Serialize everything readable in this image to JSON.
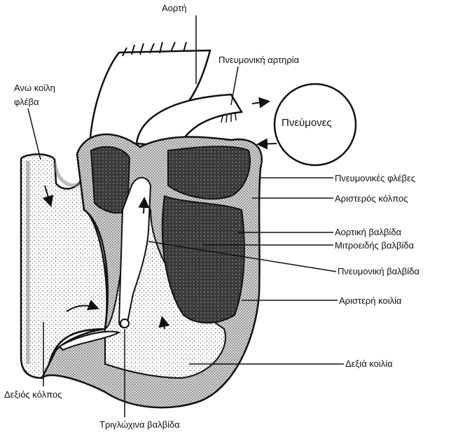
{
  "labels": {
    "aorta": "Αορτή",
    "pulmonary_artery": "Πνευμονική αρτηρία",
    "superior_vena_cava_line1": "Ανω κοίλη",
    "superior_vena_cava_line2": "φλέβα",
    "lungs": "Πνεύμονες",
    "pulmonary_veins": "Πνευμονικές φλέβες",
    "left_atrium": "Αριστερός κόλπος",
    "aortic_valve": "Αορτική βαλβίδα",
    "mitral_valve": "Μιτροειδής βαλβίδα",
    "pulmonary_valve": "Πνευμονική βαλβίδα",
    "left_ventricle": "Αριστερή κοιλία",
    "right_ventricle": "Δεξιά κοιλία",
    "right_atrium": "Δεξιός κόλπος",
    "tricuspid_valve": "Τριγλώχινα βαλβίδα"
  },
  "colors": {
    "ink": "#111111",
    "stipple": "#9a9a9a",
    "dark_chamber": "#3a3a3a",
    "paper": "#ffffff"
  }
}
